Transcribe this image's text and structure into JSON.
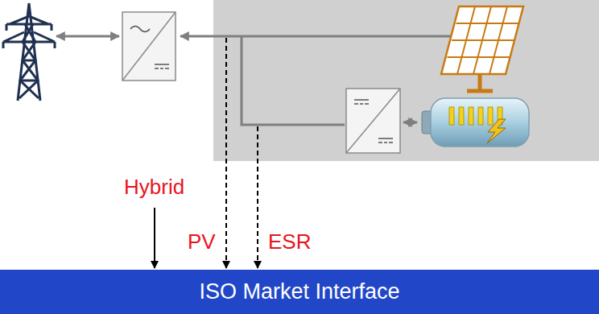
{
  "diagram": {
    "nodes": [
      {
        "text": [
          "ISO Market Interface"
        ]
      }
    ],
    "labels": [
      "Hybrid",
      "PV",
      "ESR"
    ]
  }
}
